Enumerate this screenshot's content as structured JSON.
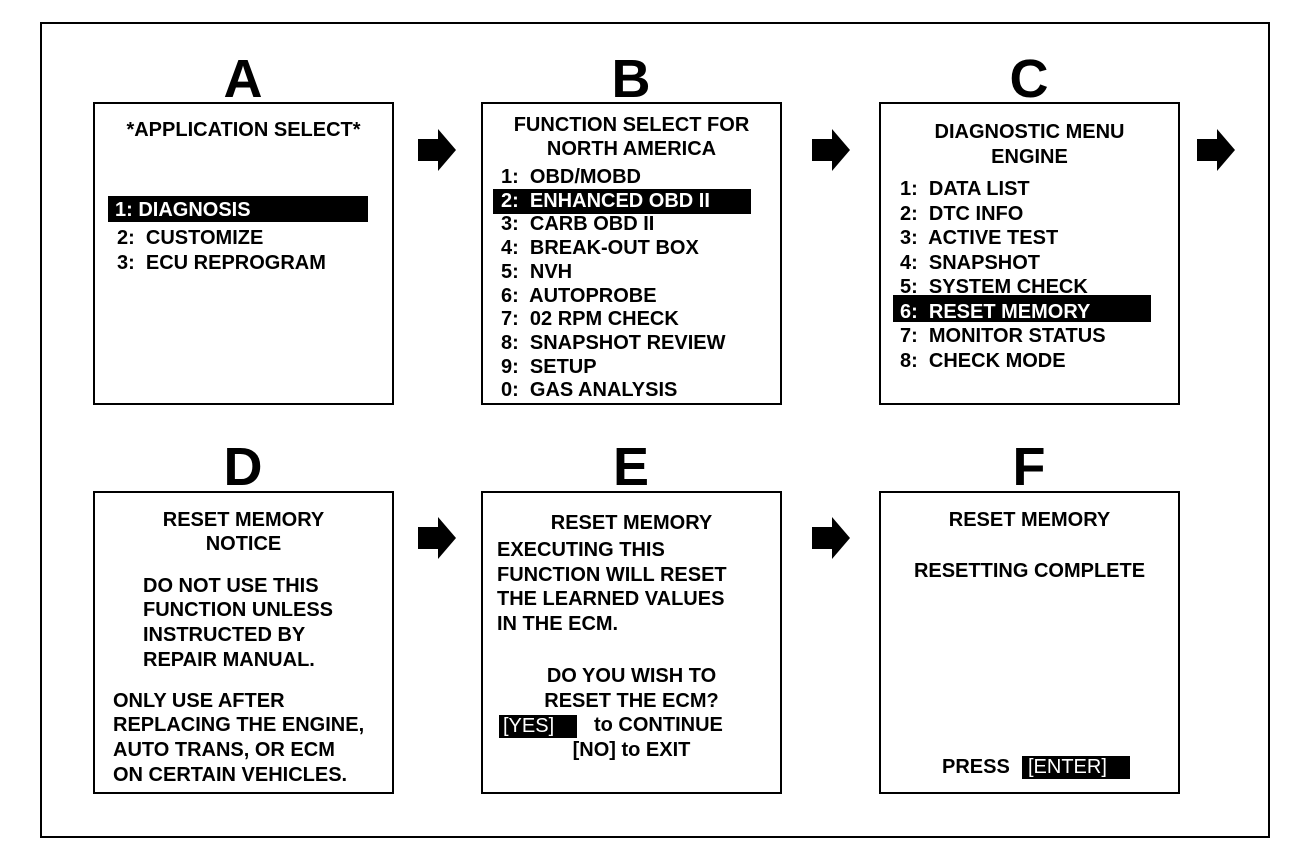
{
  "panels": {
    "a": {
      "letter": "A",
      "title": "*APPLICATION SELECT*",
      "items": [
        "1: DIAGNOSIS",
        "2:  CUSTOMIZE",
        "3:  ECU REPROGRAM"
      ],
      "selected": 0
    },
    "b": {
      "letter": "B",
      "title": [
        "FUNCTION SELECT FOR",
        "NORTH AMERICA"
      ],
      "items": [
        "1:  OBD/MOBD",
        "2:  ENHANCED OBD II",
        "3:  CARB OBD II",
        "4:  BREAK-OUT BOX",
        "5:  NVH",
        "6:  AUTOPROBE",
        "7:  02 RPM CHECK",
        "8:  SNAPSHOT REVIEW",
        "9:  SETUP",
        "0:  GAS ANALYSIS"
      ],
      "selected": 1
    },
    "c": {
      "letter": "C",
      "title": [
        "DIAGNOSTIC MENU",
        "ENGINE"
      ],
      "items": [
        "1:  DATA LIST",
        "2:  DTC INFO",
        "3:  ACTIVE TEST",
        "4:  SNAPSHOT",
        "5:  SYSTEM CHECK",
        "6:  RESET MEMORY",
        "7:  MONITOR STATUS",
        "8:  CHECK MODE"
      ],
      "selected": 5
    },
    "d": {
      "letter": "D",
      "title": [
        "RESET MEMORY",
        "NOTICE"
      ],
      "warning": [
        "DO NOT USE THIS",
        "FUNCTION UNLESS",
        "INSTRUCTED BY",
        "REPAIR MANUAL."
      ],
      "note": [
        "ONLY USE AFTER",
        "REPLACING THE ENGINE,",
        "AUTO TRANS, OR ECM",
        "ON CERTAIN VEHICLES."
      ]
    },
    "e": {
      "letter": "E",
      "title": "RESET MEMORY",
      "body": [
        "EXECUTING THIS",
        "FUNCTION WILL RESET",
        "THE LEARNED VALUES",
        "IN THE ECM."
      ],
      "question": [
        "DO YOU WISH TO",
        "RESET THE ECM?"
      ],
      "yes_key": "[YES]",
      "yes_text": "to CONTINUE",
      "no_line": "[NO] to EXIT"
    },
    "f": {
      "letter": "F",
      "title": "RESET MEMORY",
      "status": "RESETTING COMPLETE",
      "press": "PRESS",
      "enter_key": "[ENTER]"
    }
  },
  "arrow_icon": "right-arrow-icon"
}
